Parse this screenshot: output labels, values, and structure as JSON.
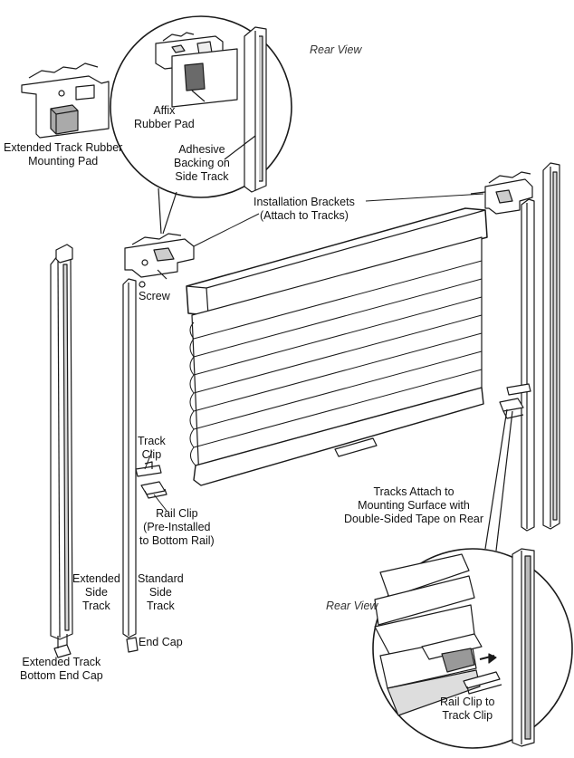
{
  "labels": {
    "rear_view_top": "Rear View",
    "rear_view_bottom": "Rear View",
    "affix_rubber_pad": [
      "Affix",
      "Rubber Pad"
    ],
    "adhesive_backing": [
      "Adhesive",
      "Backing on",
      "Side Track"
    ],
    "extended_track_pad": [
      "Extended Track Rubber",
      "Mounting Pad"
    ],
    "installation_brackets": [
      "Installation Brackets",
      "(Attach to Tracks)"
    ],
    "screw": "Screw",
    "track_clip": [
      "Track",
      "Clip"
    ],
    "rail_clip": [
      "Rail Clip",
      "(Pre-Installed",
      "to Bottom Rail)"
    ],
    "extended_side_track": [
      "Extended",
      "Side",
      "Track"
    ],
    "standard_side_track": [
      "Standard",
      "Side",
      "Track"
    ],
    "end_cap": "End Cap",
    "extended_bottom_end_cap": [
      "Extended Track",
      "Bottom End Cap"
    ],
    "tracks_attach": [
      "Tracks Attach to",
      "Mounting Surface with",
      "Double-Sided Tape on Rear"
    ],
    "rail_clip_to_track_clip": [
      "Rail Clip to",
      "Track Clip"
    ]
  },
  "colors": {
    "line": "#1a1a1a",
    "fabric": "#ffffff",
    "shade": "#bfbfbf",
    "dark": "#555555"
  }
}
